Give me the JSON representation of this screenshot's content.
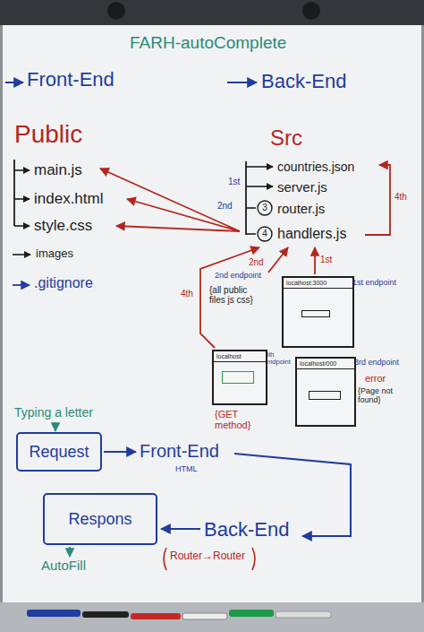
{
  "diagram": {
    "title": "FARH-autoComplete",
    "nodes": [
      {
        "text": [
          "localhost:3000"
        ]
      },
      {
        "text": [
          "localhost"
        ]
      },
      {
        "text": [
          "localhost/000"
        ]
      },
      {
        "text": [
          "Request"
        ]
      },
      {
        "text": [
          "Respons"
        ]
      }
    ],
    "labels": [
      "Front-End",
      "Back-End",
      "Public",
      "main.js",
      "index.html",
      "style.css",
      "images",
      ".gitignore",
      "Src",
      "countries.json",
      "server.js",
      "router.js",
      "handlers.js",
      "1st",
      "2nd",
      "3",
      "4",
      "4th",
      "2nd endpoint",
      "1st endpoint",
      "{all public files js css}",
      "1st",
      "2nd",
      "4th",
      "4th endpoint",
      "{GET method}",
      "3rd endpoint",
      "error",
      "{Page not found}",
      "Typing a letter",
      "Front-End",
      "HTML",
      "Back-End",
      "Router→Router",
      "AutoFill"
    ]
  }
}
